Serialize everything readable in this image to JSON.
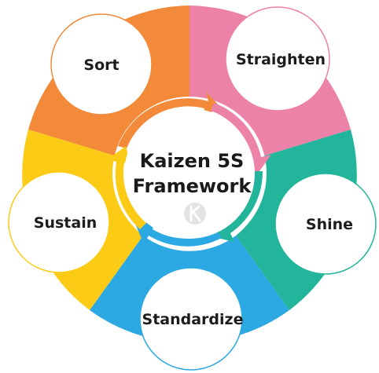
{
  "center": {
    "title_line1": "Kaizen 5S",
    "title_line2": "Framework"
  },
  "stages": [
    {
      "label": "Sort",
      "color": "#F28A3A"
    },
    {
      "label": "Straighten",
      "color": "#EC82A7"
    },
    {
      "label": "Shine",
      "color": "#22B59B"
    },
    {
      "label": "Standardize",
      "color": "#2CA8E2"
    },
    {
      "label": "Sustain",
      "color": "#FCCB16"
    }
  ],
  "colors": {
    "circle_fill": "#FFFFFF",
    "logo": "#D9D9D9"
  }
}
